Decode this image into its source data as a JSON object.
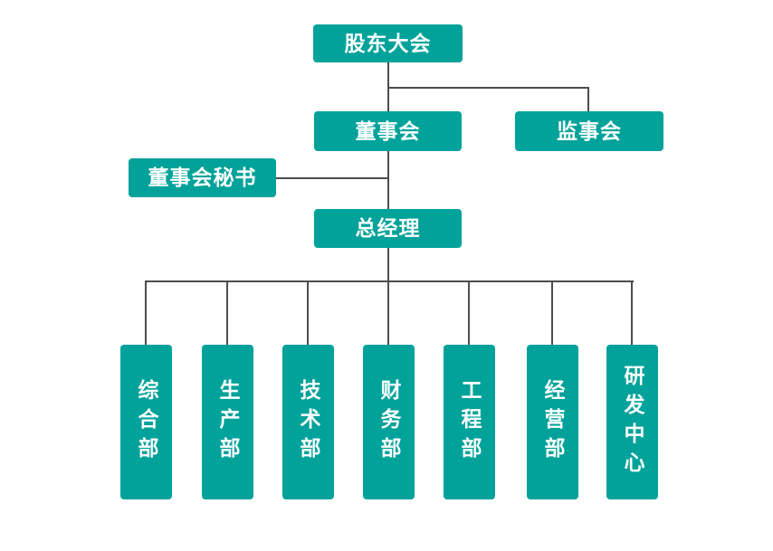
{
  "diagram": {
    "type": "org-chart",
    "language": "zh-CN",
    "accent_color": "#00a29a",
    "connector_color": "#4d4d4d",
    "text_color": "#ffffff",
    "background_color": "#ffffff",
    "nodes": {
      "shareholders_meeting": "股东大会",
      "board_of_directors": "董事会",
      "supervisory_board": "监事会",
      "board_secretary": "董事会秘书",
      "general_manager": "总经理"
    },
    "departments": [
      "综合部",
      "生产部",
      "技术部",
      "财务部",
      "工程部",
      "经营部",
      "研发中心"
    ],
    "hierarchy": {
      "root": "股东大会",
      "root_children": [
        "董事会",
        "监事会"
      ],
      "board_children": [
        "总经理"
      ],
      "board_aside": "董事会秘书",
      "general_manager_children": [
        "综合部",
        "生产部",
        "技术部",
        "财务部",
        "工程部",
        "经营部",
        "研发中心"
      ]
    }
  }
}
